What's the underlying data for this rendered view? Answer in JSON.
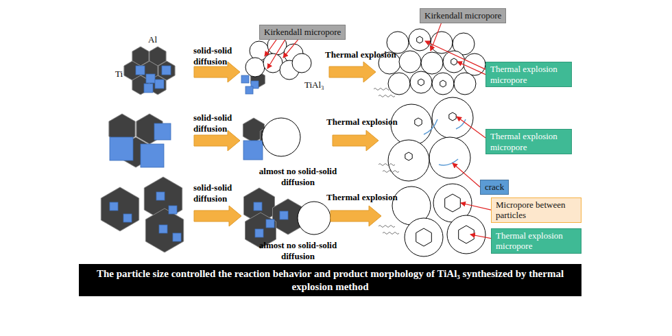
{
  "diagram": {
    "caption": "The particle size controlled the reaction behavior and product morphology of TiAl₃ synthesized by thermal explosion method",
    "nodes": [
      {
        "text": [
          "Kirkendall micropore"
        ]
      },
      {
        "text": [
          "Kirkendall micropore"
        ]
      },
      {
        "text": [
          "Thermal explosion micropore"
        ]
      },
      {
        "text": [
          "Thermal explosion micropore"
        ]
      },
      {
        "text": [
          "crack"
        ]
      },
      {
        "text": [
          "Micropore between particles"
        ]
      },
      {
        "text": [
          "Thermal explosion micropore"
        ]
      }
    ],
    "labels": [
      "Al",
      "Ti",
      "TiAl₃",
      "solid-solid diffusion",
      "Thermal explosion",
      "solid-solid diffusion",
      "Thermal explosion",
      "solid-solid diffusion",
      "almost no solid-solid diffusion",
      "Thermal explosion",
      "almost no solid-solid diffusion"
    ]
  }
}
